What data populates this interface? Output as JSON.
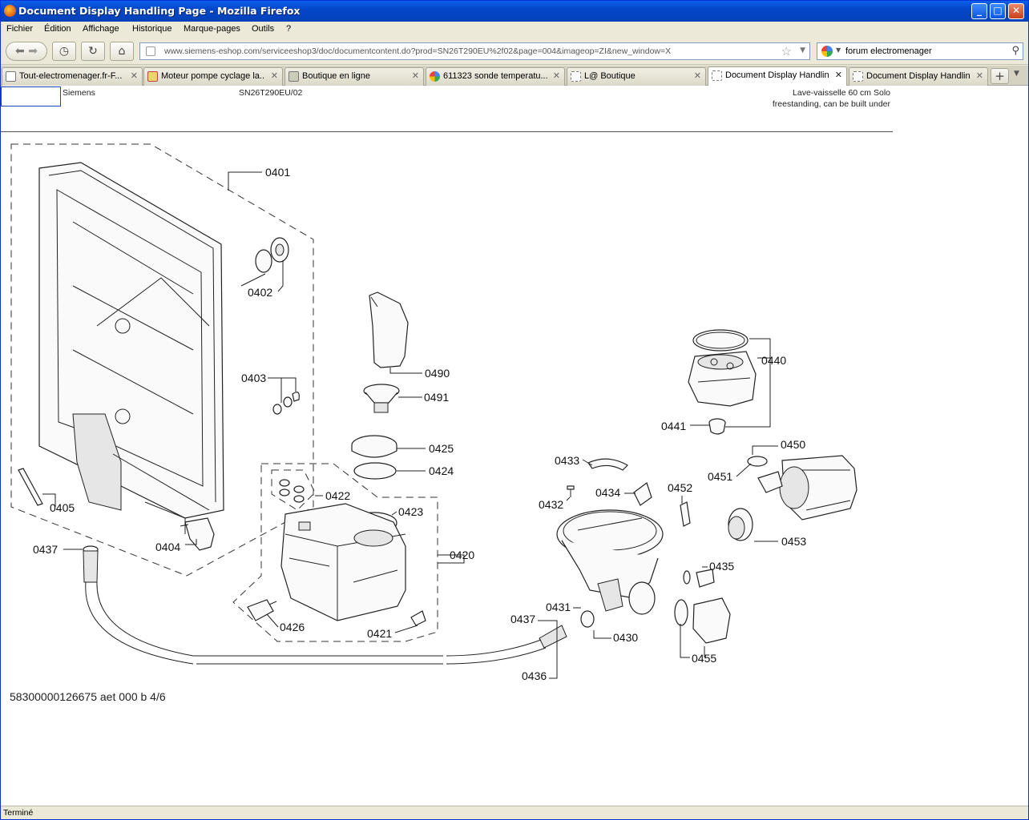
{
  "window": {
    "title": "Document Display Handling Page - Mozilla Firefox",
    "buttons": {
      "minimize": "_",
      "maximize": "□",
      "close": "✕"
    }
  },
  "menu": [
    "Fichier",
    "Édition",
    "Affichage",
    "Historique",
    "Marque-pages",
    "Outils",
    "?"
  ],
  "nav": {
    "url": "www.siemens-eshop.com/serviceeshop3/doc/documentcontent.do?prod=SN26T290EU%2f02&page=004&imageop=ZI&new_window=X",
    "search_query": "forum electromenager"
  },
  "tabs": [
    {
      "label": "Tout-electromenager.fr-F..."
    },
    {
      "label": "Moteur pompe cyclage la..."
    },
    {
      "label": "Boutique en ligne"
    },
    {
      "label": "611323 sonde temperatu..."
    },
    {
      "label": "L@ Boutique"
    },
    {
      "label": "Document Display Handlin..."
    },
    {
      "label": "Document Display Handlin..."
    }
  ],
  "page": {
    "brand": "Siemens",
    "model": "SN26T290EU/02",
    "description_line1": "Lave-vaisselle 60 cm Solo",
    "description_line2": "freestanding, can be built under",
    "doc_id": "58300000126675 aet 000 b 4/6"
  },
  "diagram": {
    "part_labels": [
      "0401",
      "0402",
      "0403",
      "0405",
      "0404",
      "0437",
      "0490",
      "0491",
      "0425",
      "0424",
      "0422",
      "0423",
      "0420",
      "0426",
      "0421",
      "0440",
      "0441",
      "0450",
      "0451",
      "0453",
      "0433",
      "0432",
      "0434",
      "0452",
      "0435",
      "0431",
      "0430",
      "0437",
      "0436",
      "0455"
    ]
  },
  "status": {
    "text": "Terminé"
  }
}
